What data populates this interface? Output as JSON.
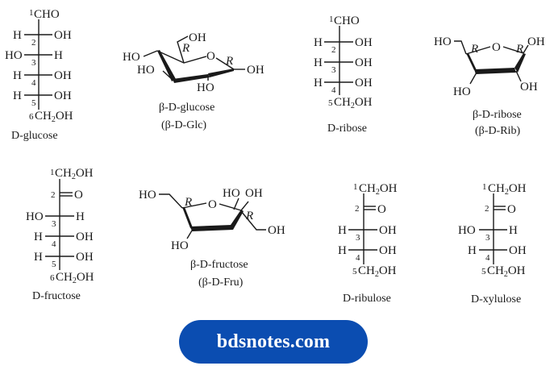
{
  "structures": {
    "d_glucose": {
      "name": "D-glucose",
      "top": "CHO",
      "top_num": "1",
      "rows": [
        {
          "num": "2",
          "left": "H",
          "right": "OH"
        },
        {
          "num": "3",
          "left": "HO",
          "right": "H"
        },
        {
          "num": "4",
          "left": "H",
          "right": "OH"
        },
        {
          "num": "5",
          "left": "H",
          "right": "OH"
        }
      ],
      "bottom_num": "6",
      "bottom": "CH2OH"
    },
    "beta_d_glucose": {
      "name": "β-D-glucose",
      "abbrev": "(β-D-Glc)",
      "groups": [
        "OH",
        "HO",
        "HO",
        "HO",
        "OH"
      ],
      "ring_oxygen": "O",
      "stereo": [
        "R",
        "R"
      ]
    },
    "d_ribose": {
      "name": "D-ribose",
      "top": "CHO",
      "top_num": "1",
      "rows": [
        {
          "num": "2",
          "left": "H",
          "right": "OH"
        },
        {
          "num": "3",
          "left": "H",
          "right": "OH"
        },
        {
          "num": "4",
          "left": "H",
          "right": "OH"
        }
      ],
      "bottom_num": "5",
      "bottom": "CH2OH"
    },
    "beta_d_ribose": {
      "name": "β-D-ribose",
      "abbrev": "(β-D-Rib)",
      "groups": [
        "HO",
        "OH",
        "HO",
        "OH"
      ],
      "ring_oxygen": "O",
      "stereo": [
        "R",
        "R"
      ]
    },
    "d_fructose": {
      "name": "D-fructose",
      "top": "CH2OH",
      "top_num": "1",
      "carbonyl_num": "2",
      "carbonyl": "O",
      "rows": [
        {
          "num": "3",
          "left": "HO",
          "right": "H"
        },
        {
          "num": "4",
          "left": "H",
          "right": "OH"
        },
        {
          "num": "5",
          "left": "H",
          "right": "OH"
        }
      ],
      "bottom_num": "6",
      "bottom": "CH2OH"
    },
    "beta_d_fructose": {
      "name": "β-D-fructose",
      "abbrev": "(β-D-Fru)",
      "groups": [
        "HO",
        "HO",
        "OH",
        "OH",
        "HO"
      ],
      "ring_oxygen": "O",
      "stereo": [
        "R",
        "R"
      ]
    },
    "d_ribulose": {
      "name": "D-ribulose",
      "top": "CH2OH",
      "top_num": "1",
      "carbonyl_num": "2",
      "carbonyl": "O",
      "rows": [
        {
          "num": "3",
          "left": "H",
          "right": "OH"
        },
        {
          "num": "4",
          "left": "H",
          "right": "OH"
        }
      ],
      "bottom_num": "5",
      "bottom": "CH2OH"
    },
    "d_xylulose": {
      "name": "D-xylulose",
      "top": "CH2OH",
      "top_num": "1",
      "carbonyl_num": "2",
      "carbonyl": "O",
      "rows": [
        {
          "num": "3",
          "left": "HO",
          "right": "H"
        },
        {
          "num": "4",
          "left": "H",
          "right": "OH"
        }
      ],
      "bottom_num": "5",
      "bottom": "CH2OH"
    }
  },
  "footer": {
    "site_button": "bdsnotes.com",
    "button_color": "#0b4db1"
  }
}
